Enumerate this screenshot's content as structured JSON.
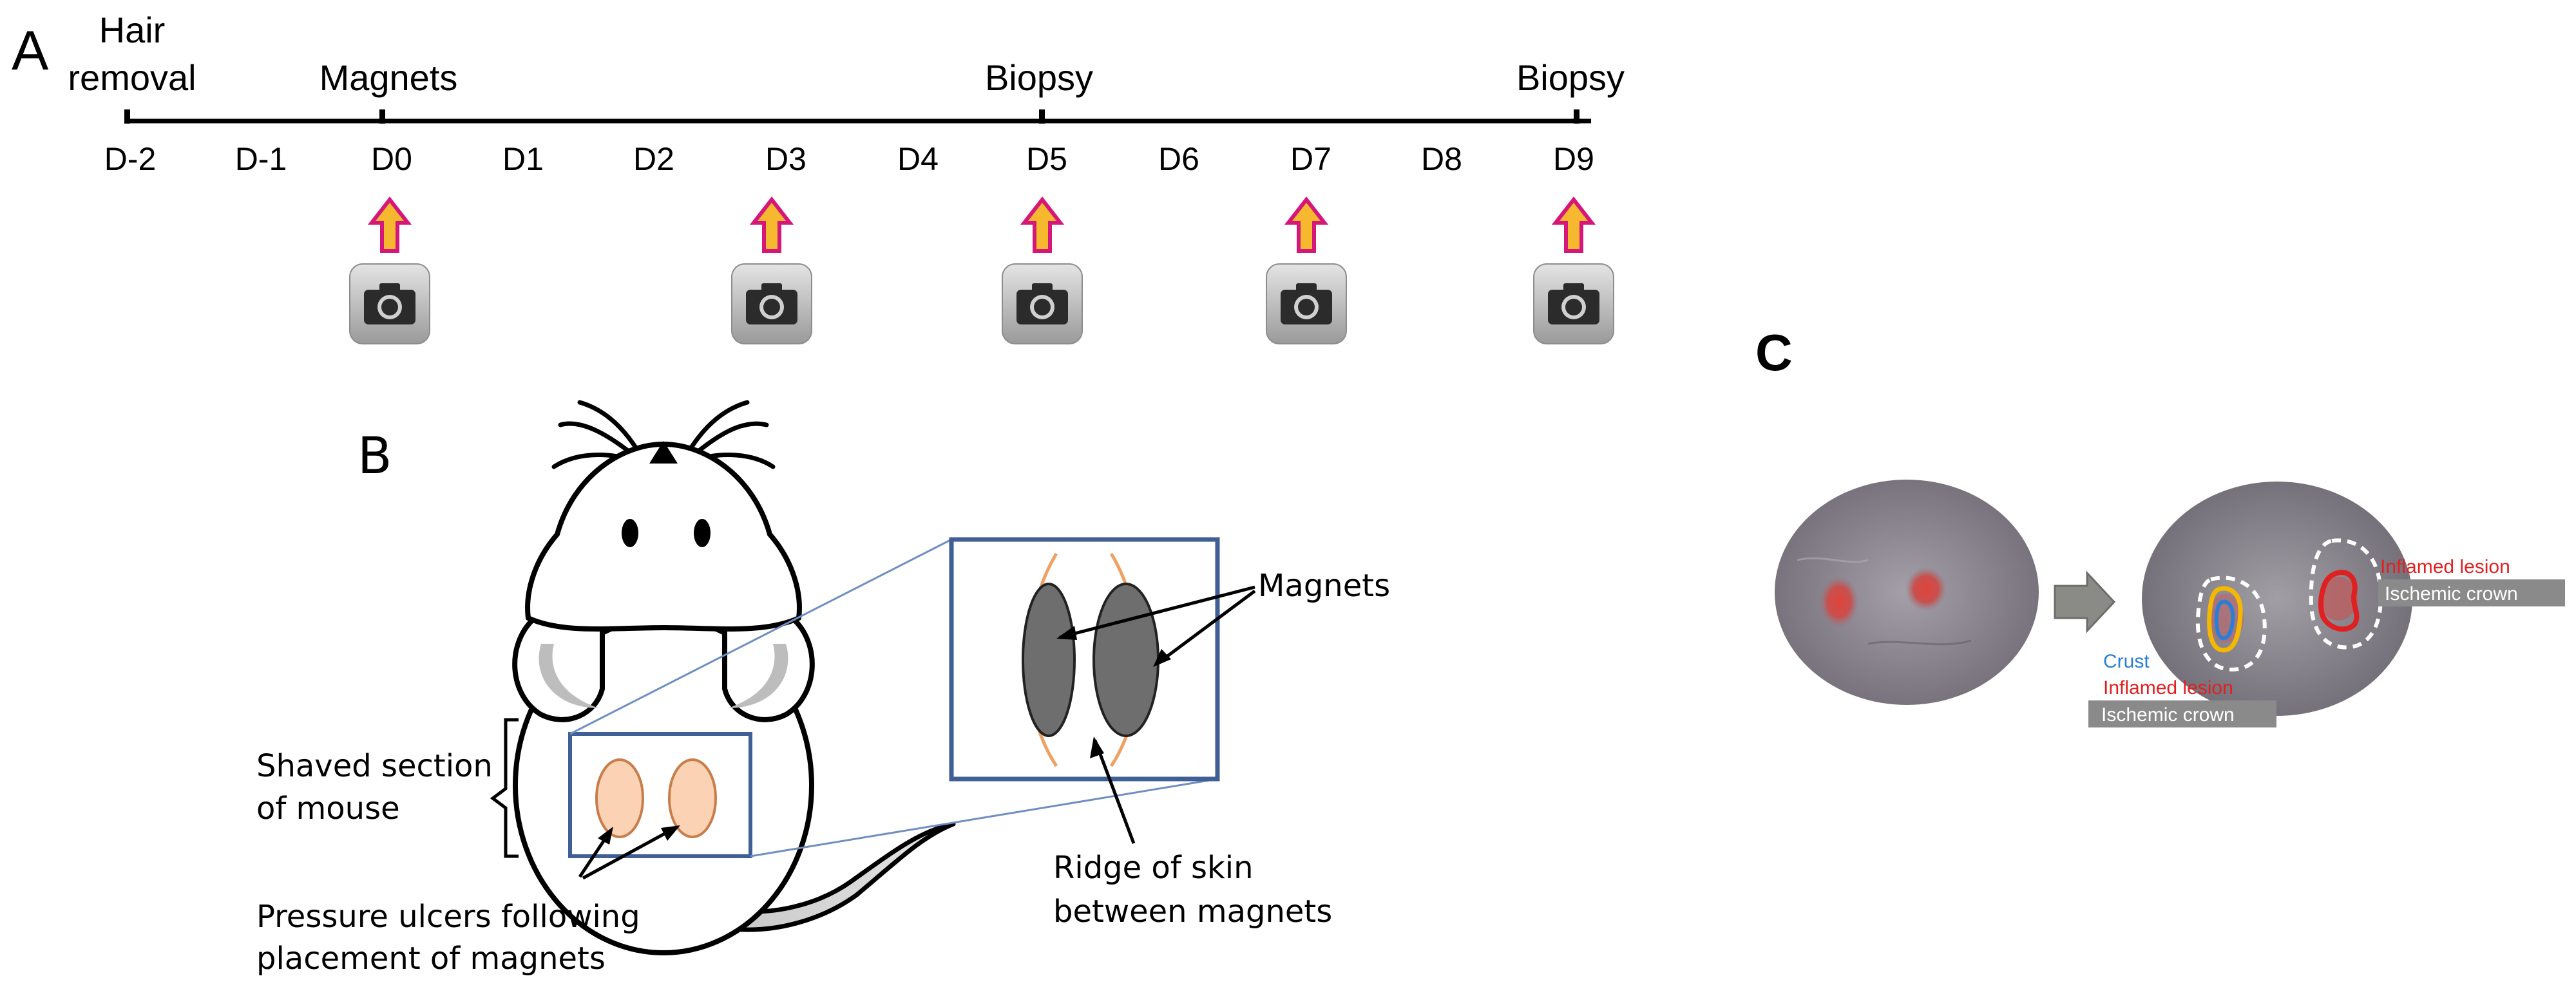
{
  "panel_a": {
    "letter": "A",
    "events": {
      "hair_line1": "Hair",
      "hair_line2": "removal",
      "magnets": "Magnets",
      "biopsy_1": "Biopsy",
      "biopsy_2": "Biopsy"
    },
    "days": [
      "D-2",
      "D-1",
      "D0",
      "D1",
      "D2",
      "D3",
      "D4",
      "D5",
      "D6",
      "D7",
      "D8",
      "D9"
    ],
    "photo_days": [
      "D0",
      "D3",
      "D5",
      "D7",
      "D9"
    ],
    "icons": {
      "arrow": "up-arrow-icon",
      "camera": "camera-icon"
    },
    "colors": {
      "arrow_fill": "#f5b82e",
      "arrow_stroke": "#d6177a",
      "timeline": "#000000"
    }
  },
  "panel_b": {
    "letter": "B",
    "labels": {
      "shaved_line1": "Shaved section",
      "shaved_line2": "of mouse",
      "ulcers_line1": "Pressure ulcers following",
      "ulcers_line2": "placement of magnets",
      "magnets": "Magnets",
      "ridge_line1": "Ridge of skin",
      "ridge_line2": "between magnets"
    },
    "colors": {
      "ulcer_fill": "#fbd2b4",
      "ulcer_stroke": "#c87d4a",
      "box_stroke": "#3f5f96",
      "magnet_fill": "#6e6e6e",
      "ridge": "#f0a060"
    }
  },
  "panel_c": {
    "letter": "C",
    "legend_left": {
      "crust": "Crust",
      "inflamed": "Inflamed lesion",
      "ischemic": "Ischemic crown"
    },
    "legend_right": {
      "inflamed": "Inflamed lesion",
      "ischemic": "Ischemic crown"
    },
    "colors": {
      "crust": "#2a7fd4",
      "inflamed": "#e02020",
      "ischemic_bg": "#8a8a8a",
      "ischemic_text": "#ffffff",
      "lesion_outline": "#f5b800",
      "skin": "#8c8894"
    }
  }
}
